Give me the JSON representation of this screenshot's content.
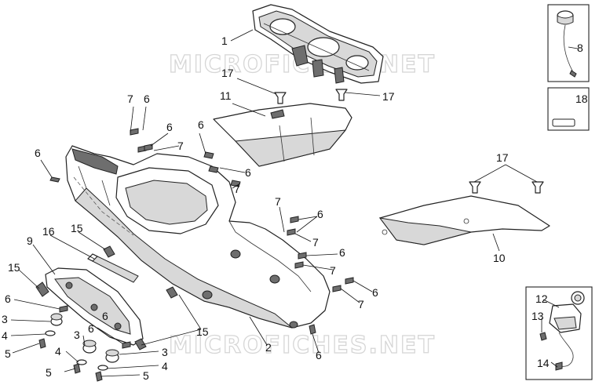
{
  "diagram": {
    "watermarks": [
      "MICROFICHES.NET",
      "MICROFICHES.NET"
    ],
    "inset_box_18_symbol": "rounded-rectangle",
    "callouts": {
      "c1": "1",
      "c2": "2",
      "c3a": "3",
      "c3b": "3",
      "c3c": "3",
      "c4a": "4",
      "c4b": "4",
      "c4c": "4",
      "c5a": "5",
      "c5b": "5",
      "c5c": "5",
      "c6a": "6",
      "c6b": "6",
      "c6c": "6",
      "c6d": "6",
      "c6e": "6",
      "c6f": "6",
      "c6g": "6",
      "c6h": "6",
      "c6i": "6",
      "c6j": "6",
      "c6k": "6",
      "c6l": "6",
      "c7a": "7",
      "c7b": "7",
      "c7c": "7",
      "c7d": "7",
      "c7e": "7",
      "c7f": "7",
      "c7g": "7",
      "c8": "8",
      "c9": "9",
      "c10": "10",
      "c11": "11",
      "c12": "12",
      "c13": "13",
      "c14": "14",
      "c15a": "15",
      "c15b": "15",
      "c15c": "15",
      "c16": "16",
      "c17a": "17",
      "c17b": "17",
      "c17c": "17",
      "c18": "18"
    }
  }
}
